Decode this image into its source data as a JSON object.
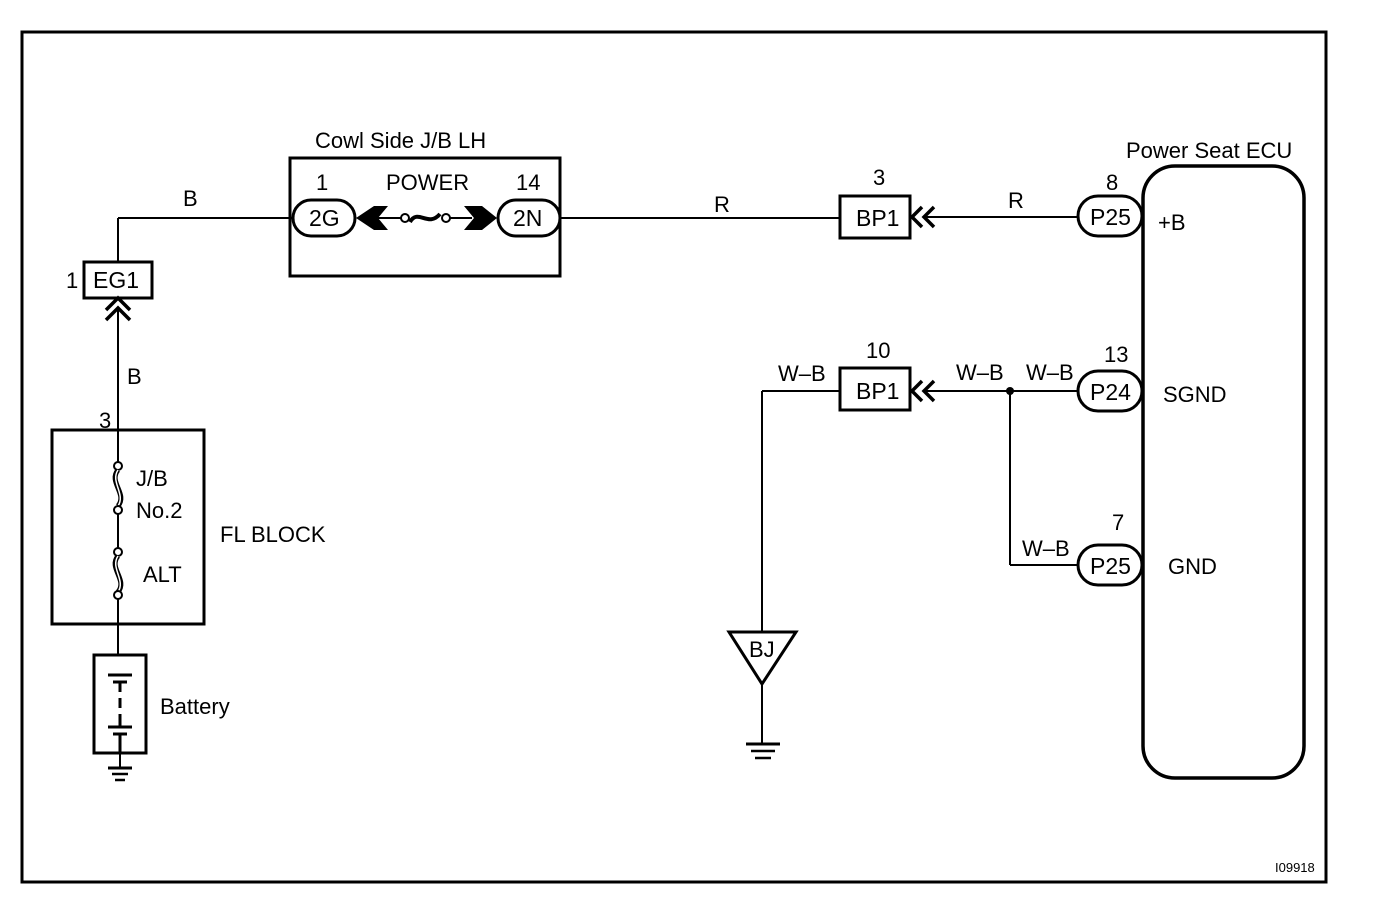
{
  "diagram": {
    "figure_id": "I09918",
    "components": {
      "cowl_jb": {
        "title": "Cowl Side J/B LH",
        "fuse_label": "POWER",
        "left_pin": "1",
        "left_connector": "2G",
        "right_pin": "14",
        "right_connector": "2N"
      },
      "eg1": {
        "pin": "1",
        "connector": "EG1"
      },
      "fl_block": {
        "title": "FL BLOCK",
        "pin": "3",
        "fuse1_line1": "J/B",
        "fuse1_line2": "No.2",
        "fuse2": "ALT"
      },
      "battery": {
        "label": "Battery"
      },
      "bp1_top": {
        "pin": "3",
        "connector": "BP1"
      },
      "bp1_bottom": {
        "pin": "10",
        "connector": "BP1"
      },
      "ground_point": {
        "label": "BJ"
      },
      "ecu": {
        "title": "Power Seat ECU",
        "terminals": [
          {
            "pin": "8",
            "connector": "P25",
            "name": "+B"
          },
          {
            "pin": "13",
            "connector": "P24",
            "name": "SGND"
          },
          {
            "pin": "7",
            "connector": "P25",
            "name": "GND"
          }
        ]
      }
    },
    "wires": {
      "eg1_to_jb": "B",
      "fl_to_eg1": "B",
      "jb_to_bp1": "R",
      "bp1_to_ecu": "R",
      "bj_to_bp1": "W–B",
      "bp1_to_splice": "W–B",
      "splice_to_p24": "W–B",
      "splice_to_p25": "W–B"
    }
  }
}
